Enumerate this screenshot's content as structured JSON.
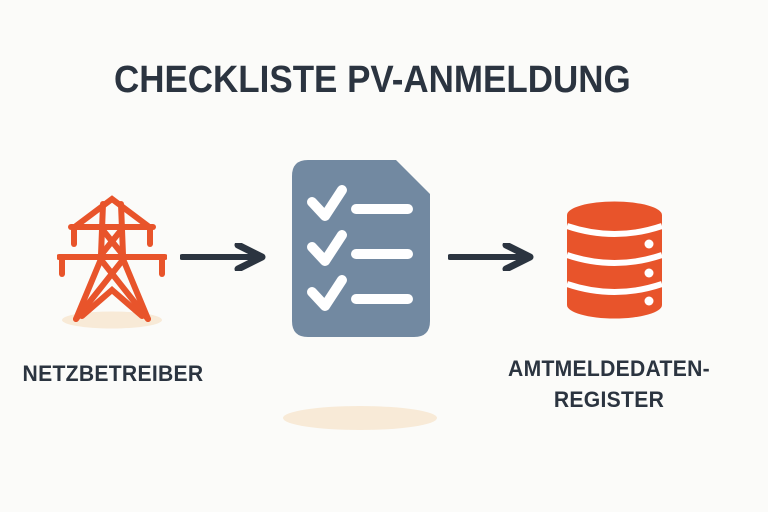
{
  "title": "CHECKLISTE PV-ANMELDUNG",
  "flow": {
    "source": {
      "label": "NETZBETREIBER",
      "icon": "transmission-tower"
    },
    "center": {
      "icon": "checklist-document",
      "checked_items": 3
    },
    "target": {
      "label_line1": "AMTMELDEDATEN-",
      "label_line2": "REGISTER",
      "icon": "database"
    },
    "connectors": [
      "arrow-right",
      "arrow-right"
    ]
  },
  "colors": {
    "background": "#FBFBF9",
    "orange": "#E8542B",
    "blue": "#7289A1",
    "dark": "#2B3440",
    "cream": "#F8EAD7",
    "white": "#FFFFFF"
  }
}
